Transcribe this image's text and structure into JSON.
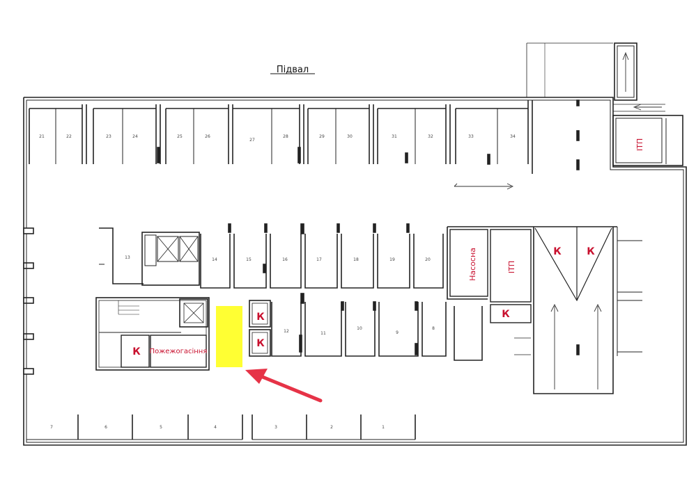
{
  "title": "Підвал",
  "rooms": {
    "pump": "Насосна",
    "itp": "ІТП",
    "fire": "Пожежогасіння",
    "storage": "К"
  },
  "parking_top": [
    "21",
    "22",
    "23",
    "24",
    "25",
    "26",
    "27",
    "28",
    "29",
    "30",
    "31",
    "32",
    "33",
    "34"
  ],
  "parking_mid_upper": [
    "13",
    "14",
    "15",
    "16",
    "17",
    "18",
    "19",
    "20"
  ],
  "parking_mid_lower": [
    "12",
    "11",
    "10",
    "9",
    "8"
  ],
  "parking_bottom": [
    "7",
    "6",
    "5",
    "4",
    "3",
    "2",
    "1"
  ],
  "colors": {
    "highlight": "#ffff33",
    "arrow": "#e63347",
    "label": "#c8102e",
    "wall": "#222222"
  }
}
